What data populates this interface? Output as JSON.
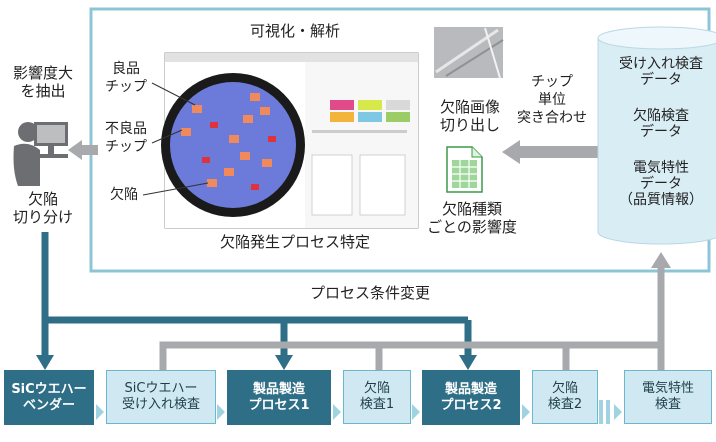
{
  "analysis_panel": {
    "title": "可視化・解析",
    "good_chip_label": "良品\nチップ",
    "bad_chip_label": "不良品\nチップ",
    "defect_label": "欠陥",
    "screenshot_caption": "欠陥発生プロセス特定",
    "crop_caption": "欠陥画像\n切り出し",
    "sheet_caption": "欠陥種類\nごとの影響度"
  },
  "left_side": {
    "extract_label": "影響度大\nを抽出",
    "sort_label": "欠陥\n切り分け"
  },
  "chip_match_label": "チップ\n単位\n突き合わせ",
  "database": {
    "items": [
      "受け入れ検査\nデータ",
      "欠陥検査\nデータ",
      "電気特性\nデータ\n（品質情報）"
    ]
  },
  "process_change_label": "プロセス条件変更",
  "process_flow": [
    {
      "label": "SiCウエハー\nベンダー",
      "style": "dark"
    },
    {
      "label": "SiCウエハー\n受け入れ検査",
      "style": "light"
    },
    {
      "label": "製品製造\nプロセス1",
      "style": "dark"
    },
    {
      "label": "欠陥\n検査1",
      "style": "light"
    },
    {
      "label": "製品製造\nプロセス2",
      "style": "dark"
    },
    {
      "label": "欠陥\n検査2",
      "style": "light"
    },
    {
      "label": "電気特性\n検査",
      "style": "light"
    }
  ],
  "colors": {
    "teal_dark": "#2e6e86",
    "teal_light": "#cfe8f1",
    "panel_border": "#8ec5d6",
    "arrow_gray": "#a7a9ac",
    "db_fill": "#d9edf5"
  }
}
